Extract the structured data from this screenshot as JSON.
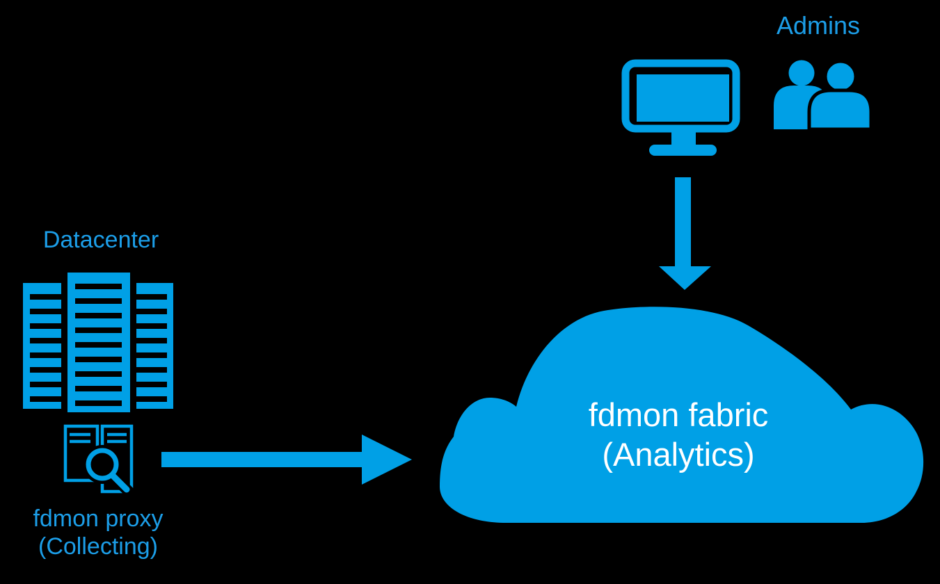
{
  "page": {
    "background": "#000000"
  },
  "colors": {
    "shape_blue": "#00A0E6",
    "text_blue": "#1C9EE8",
    "cloud_text_color": "#FFFFFF"
  },
  "nodes": {
    "admins": {
      "label": "Admins",
      "icons": [
        "monitor-icon",
        "users-icon"
      ]
    },
    "datacenter": {
      "label": "Datacenter",
      "icon": "server-racks-icon"
    },
    "proxy": {
      "label_line1": "fdmon proxy",
      "label_line2": "(Collecting)",
      "icon": "document-search-icon"
    },
    "fabric": {
      "label_line1": "fdmon fabric",
      "label_line2": "(Analytics)",
      "icon": "cloud-icon"
    }
  },
  "edges": [
    {
      "from": "proxy",
      "to": "fabric",
      "shape": "solid-arrow",
      "direction": "right"
    },
    {
      "from": "admins",
      "to": "fabric",
      "shape": "solid-arrow",
      "direction": "down"
    }
  ]
}
